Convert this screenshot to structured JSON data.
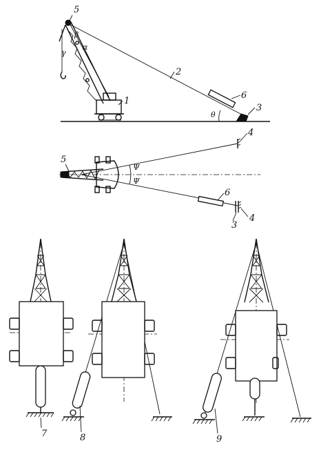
{
  "labels": {
    "n1": "1",
    "n2": "2",
    "n3": "3",
    "n4": "4",
    "n5": "5",
    "n6": "6",
    "n7": "7",
    "n8": "8",
    "n9": "9",
    "alpha": "α",
    "beta": "β",
    "gamma": "γ",
    "theta": "θ",
    "psi": "Ψ"
  }
}
